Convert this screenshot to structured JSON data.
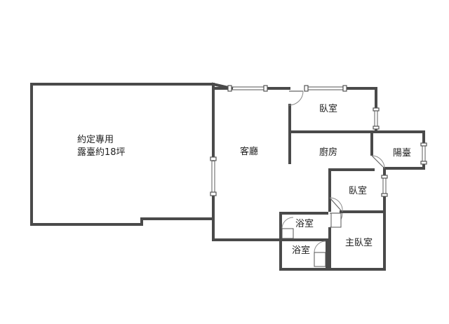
{
  "floorplan": {
    "rooms": {
      "terrace": {
        "line1": "約定專用",
        "line2": "露臺約18坪"
      },
      "living": "客廳",
      "bedroom_top": "臥室",
      "kitchen": "廚房",
      "balcony": "陽臺",
      "bedroom_mid": "臥室",
      "bath_upper": "浴室",
      "bath_lower": "浴室",
      "master_bedroom": "主臥室"
    },
    "colors": {
      "wall": "#4a4a4a",
      "window": "#777777",
      "background": "#ffffff"
    }
  }
}
